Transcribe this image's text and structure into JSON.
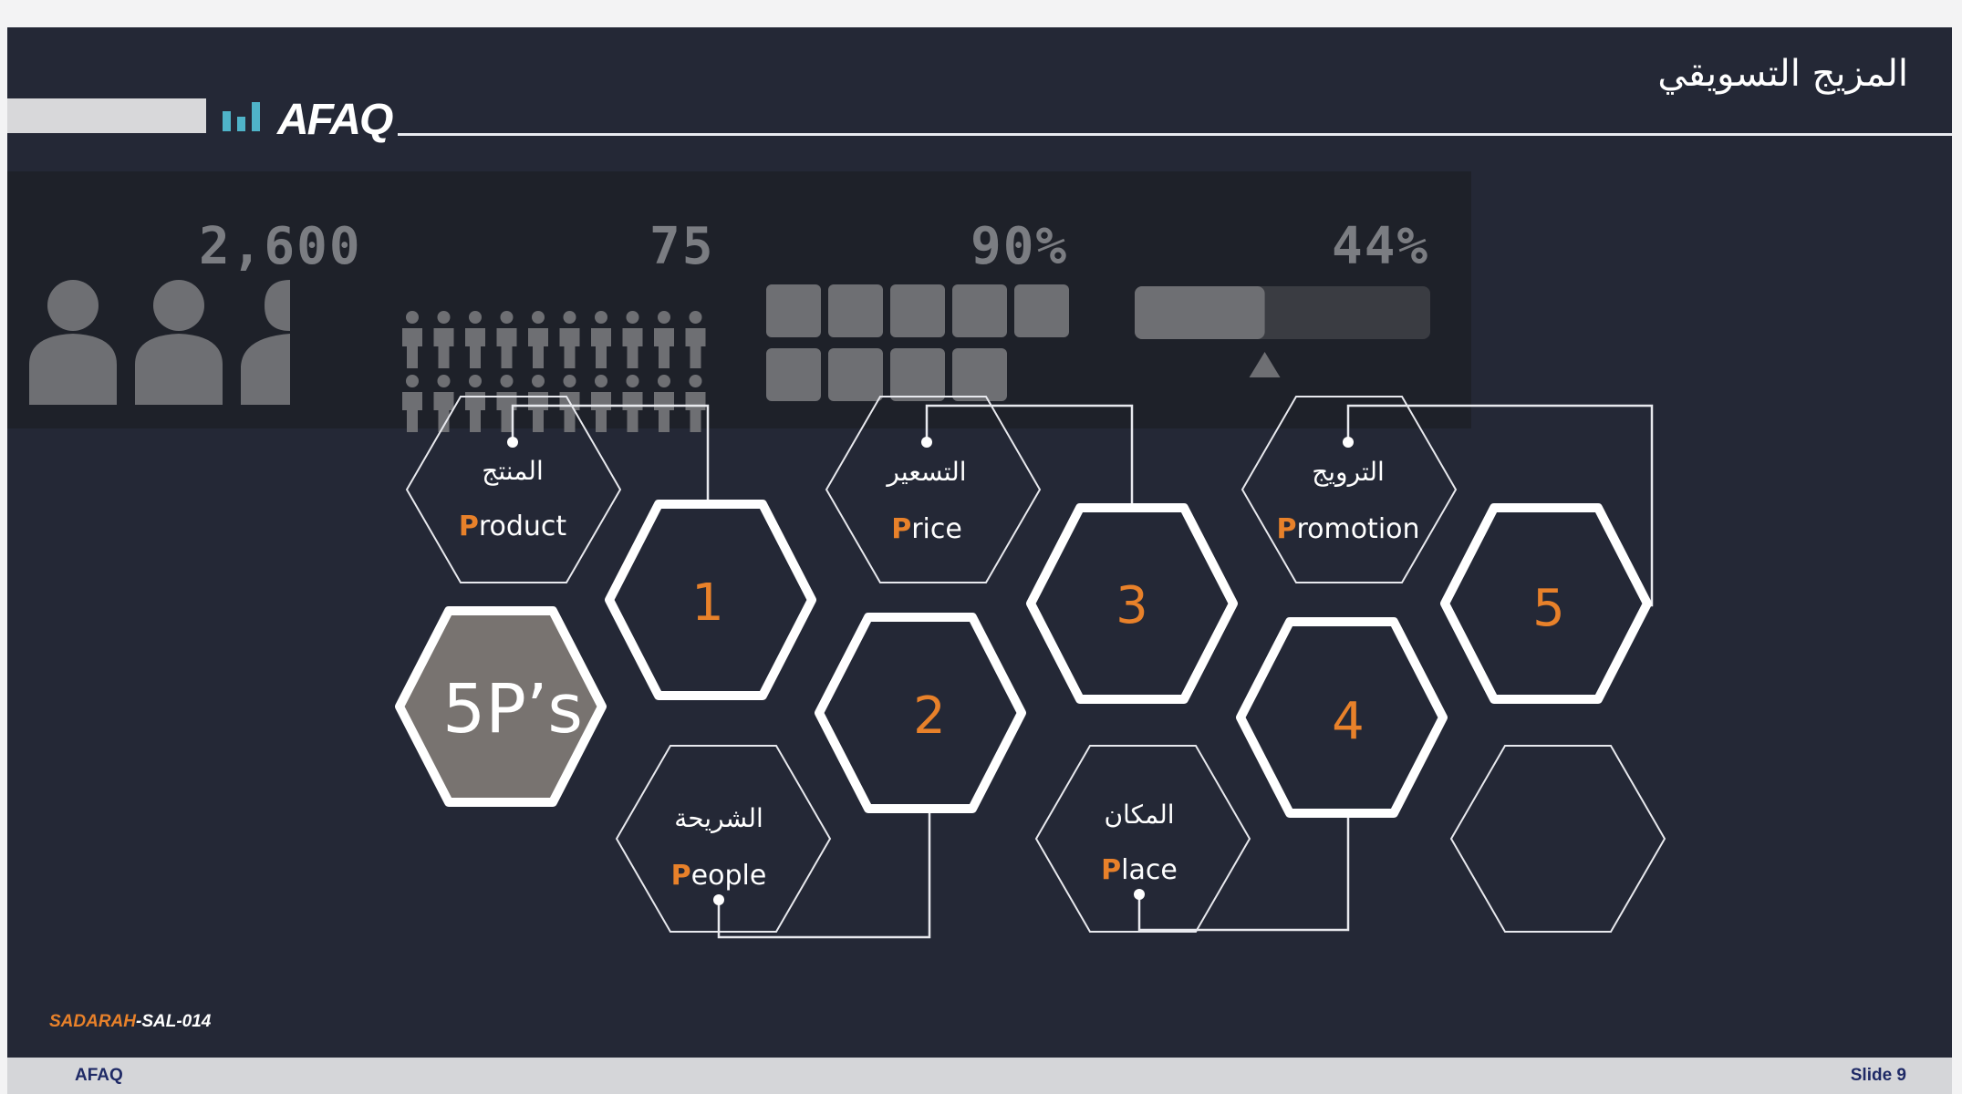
{
  "title": "المزيج التسويقي",
  "logo": {
    "text": "AFAQ"
  },
  "stats": [
    "2,600",
    "75",
    "90%",
    "44%"
  ],
  "progress": {
    "value": 44
  },
  "center": {
    "label": "5P’s"
  },
  "items": [
    {
      "number": "1",
      "arabic": "المنتج",
      "first_letter": "P",
      "rest": "roduct"
    },
    {
      "number": "2",
      "arabic": "الشريحة",
      "first_letter": "P",
      "rest": "eople"
    },
    {
      "number": "3",
      "arabic": "التسعير",
      "first_letter": "P",
      "rest": "rice"
    },
    {
      "number": "4",
      "arabic": "المكان",
      "first_letter": "P",
      "rest": "lace"
    },
    {
      "number": "5",
      "arabic": "الترويج",
      "first_letter": "P",
      "rest": "romotion"
    }
  ],
  "code": {
    "orange": "SADARAH",
    "white": "-SAL-014"
  },
  "footer": {
    "left": "AFAQ",
    "right": "Slide 9"
  },
  "colors": {
    "background": "#242836",
    "accent": "#e8812a",
    "center_fill": "#787370",
    "footer": "#d5d6d9"
  }
}
